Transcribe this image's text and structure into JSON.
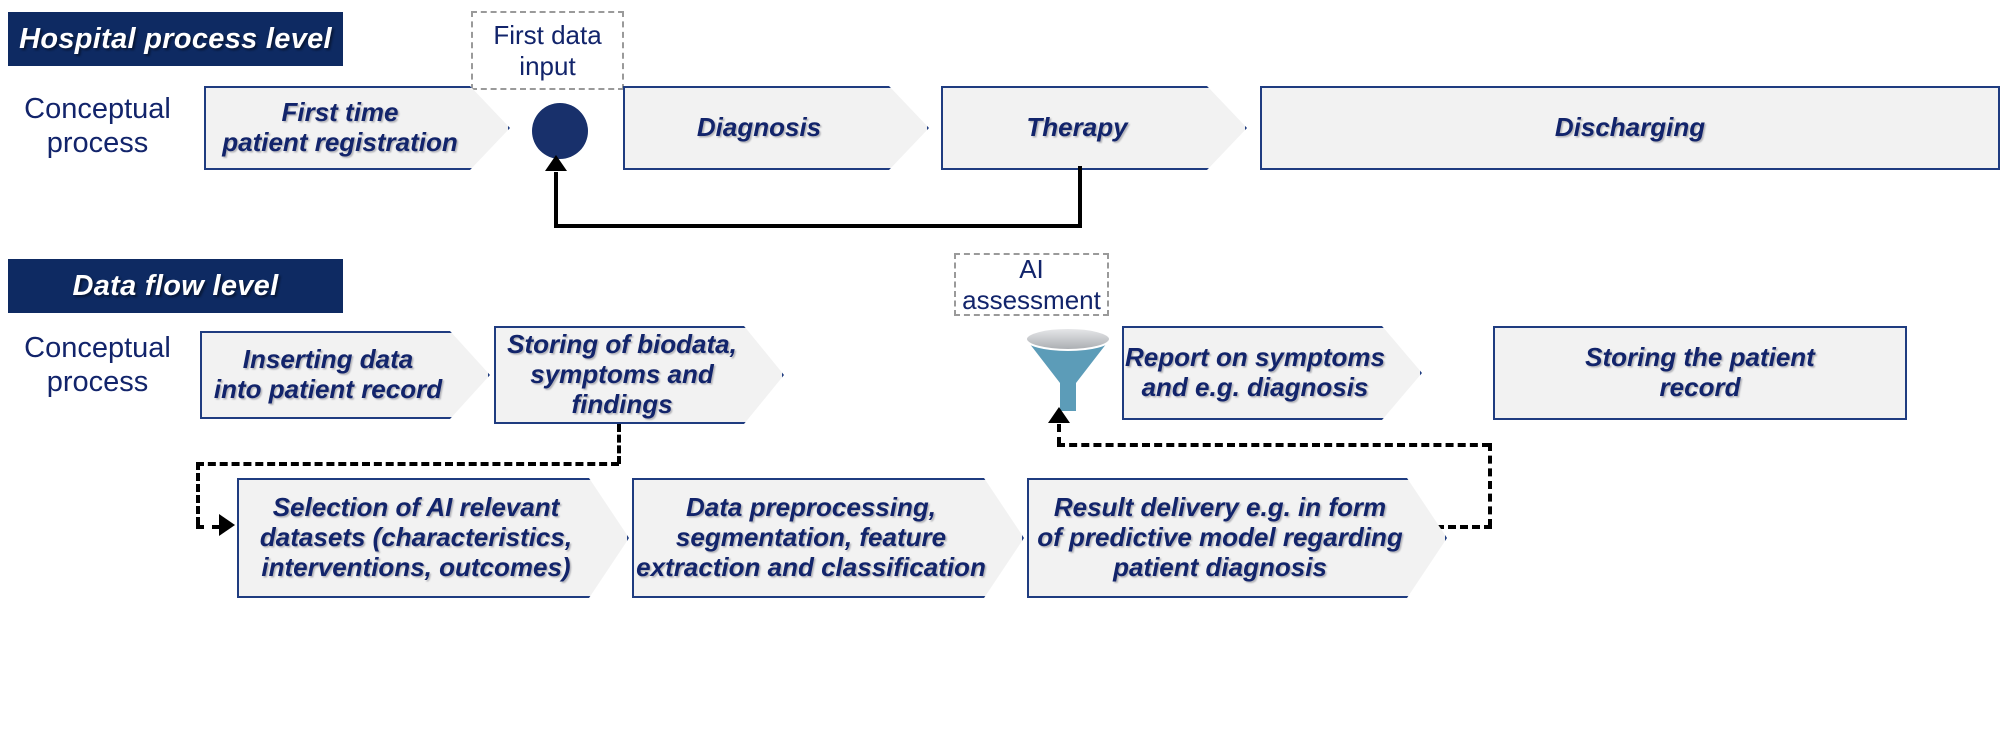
{
  "diagram": {
    "title_hidden": "",
    "levels": [
      {
        "id": "hospital-process-level",
        "banner": "Hospital process level",
        "row_label_line1": "Conceptual",
        "row_label_line2": "process",
        "steps": [
          {
            "label": "First time\npatient registration",
            "shape": "chevron"
          },
          {
            "label": "Diagnosis",
            "shape": "chevron"
          },
          {
            "label": "Therapy",
            "shape": "chevron"
          },
          {
            "label": "Discharging",
            "shape": "rectangle"
          }
        ],
        "annotation": {
          "line1": "First data",
          "line2": "input"
        }
      },
      {
        "id": "data-flow-level",
        "banner": "Data flow level",
        "row_label_line1": "Conceptual",
        "row_label_line2": "process",
        "steps": [
          {
            "label": "Inserting data\ninto patient record",
            "shape": "chevron"
          },
          {
            "label": "Storing of biodata,\nsymptoms and\nfindings",
            "shape": "chevron"
          },
          {
            "label": "Report on symptoms\nand e.g. diagnosis",
            "shape": "chevron"
          },
          {
            "label": "Storing the patient\nrecord",
            "shape": "rectangle"
          }
        ],
        "annotation": {
          "line1": "AI",
          "line2": "assessment"
        },
        "ai_steps": [
          {
            "label": "Selection of AI relevant\ndatasets (characteristics,\ninterventions, outcomes)",
            "shape": "chevron"
          },
          {
            "label": "Data preprocessing,\nsegmentation, feature\nextraction and classification",
            "shape": "chevron"
          },
          {
            "label": "Result delivery e.g. in form\nof predictive model regarding\npatient diagnosis",
            "shape": "chevron"
          }
        ]
      }
    ],
    "icons": {
      "data_node": "circle-node-icon",
      "ai_funnel": "funnel-icon"
    },
    "colors": {
      "banner_bg": "#0E2A62",
      "banner_text": "#FFFFFF",
      "shape_fill": "#F2F2F2",
      "shape_border": "#1F3C80",
      "shape_text": "#12246B",
      "node_fill": "#18306B",
      "funnel_fill": "#5C9CB8",
      "funnel_top": "#C9CBCE",
      "dashed_box_border": "#9A9A9A",
      "connector": "#000000"
    }
  }
}
